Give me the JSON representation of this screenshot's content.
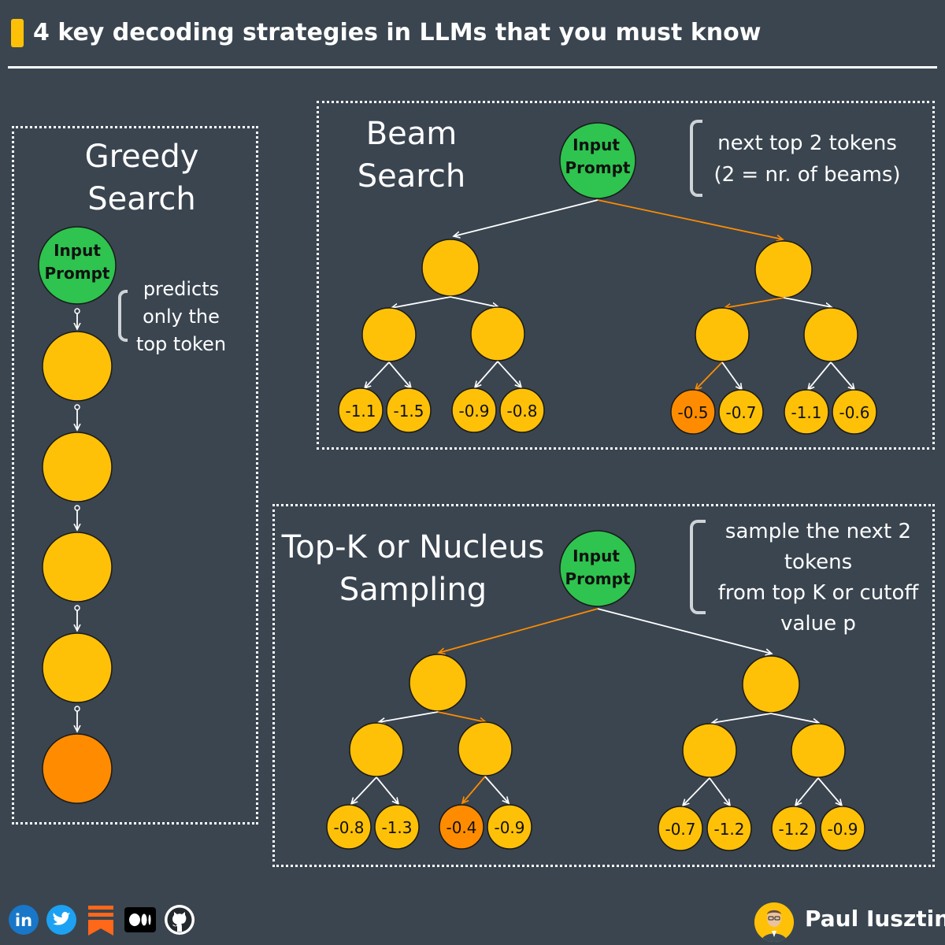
{
  "header": {
    "title": "4 key decoding strategies in LLMs that you must know"
  },
  "greedy": {
    "title_line1": "Greedy",
    "title_line2": "Search",
    "prompt_line1": "Input",
    "prompt_line2": "Prompt",
    "note_line1": "predicts",
    "note_line2": "only the",
    "note_line3": "top token"
  },
  "beam": {
    "title_line1": "Beam",
    "title_line2": "Search",
    "prompt_line1": "Input",
    "prompt_line2": "Prompt",
    "note_line1": "next top 2 tokens",
    "note_line2": "(2 = nr. of beams)",
    "leaf_values": [
      "-1.1",
      "-1.5",
      "-0.9",
      "-0.8",
      "-0.5",
      "-0.7",
      "-1.1",
      "-0.6"
    ],
    "selected_leaf": "-0.5"
  },
  "topk": {
    "title_line1": "Top-K or Nucleus",
    "title_line2": "Sampling",
    "prompt_line1": "Input",
    "prompt_line2": "Prompt",
    "note_line1": "sample the next 2",
    "note_line2": "tokens",
    "note_line3": "from top K or cutoff",
    "note_line4": "value p",
    "leaf_values": [
      "-0.8",
      "-1.3",
      "-0.4",
      "-0.9",
      "-0.7",
      "-1.2",
      "-1.2",
      "-0.9"
    ],
    "selected_leaf": "-0.4"
  },
  "footer": {
    "icons": [
      "linkedin-icon",
      "twitter-icon",
      "substack-icon",
      "medium-icon",
      "github-icon"
    ],
    "author": "Paul Iusztin"
  },
  "colors": {
    "background": "#3a4550",
    "prompt_node": "#2ec44f",
    "token_node": "#ffc107",
    "selected_node": "#ff8c00",
    "selected_edge": "#ff8c00",
    "edge": "#ffffff",
    "accent": "#ffc107"
  }
}
